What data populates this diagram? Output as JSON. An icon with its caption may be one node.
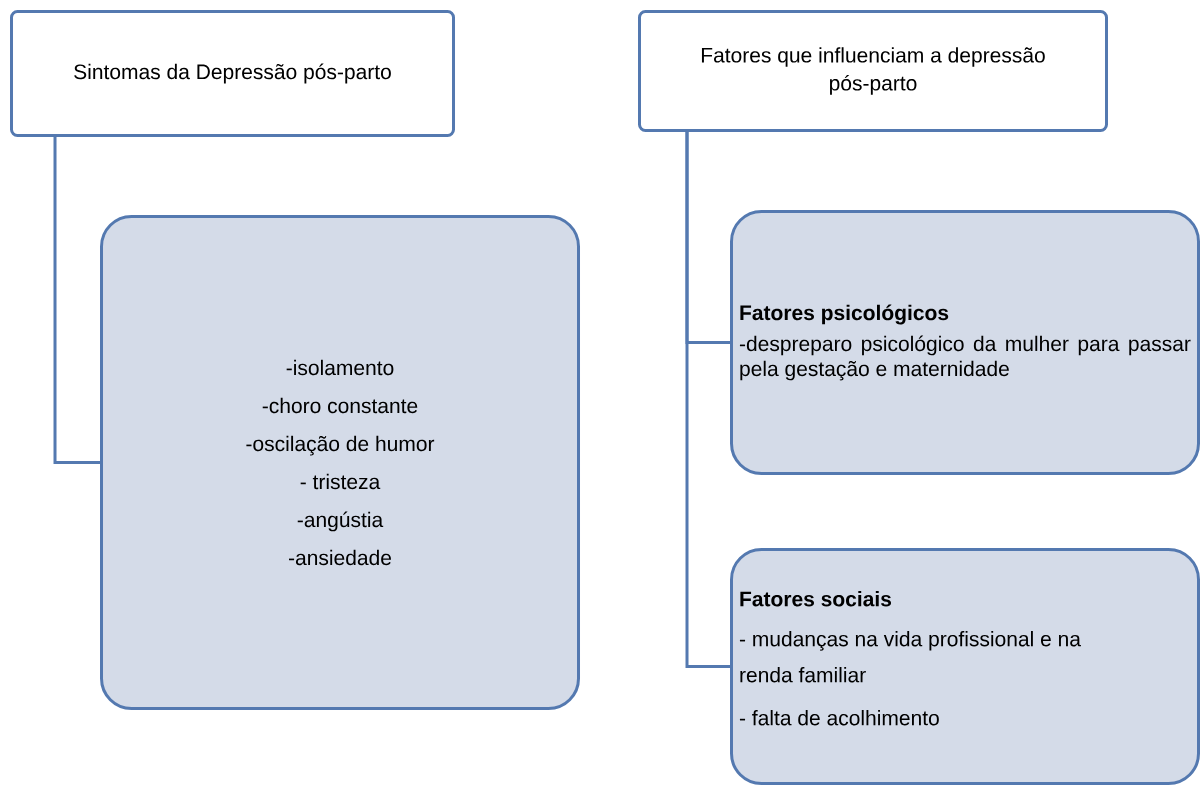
{
  "diagram": {
    "nodes": [
      {
        "text": [
          "Sintomas da Depressão pós-parto"
        ]
      },
      {
        "text": [
          "-isolamento",
          "-choro constante",
          "-oscilação de humor",
          "- tristeza",
          "-angústia",
          "-ansiedade"
        ]
      },
      {
        "text": [
          "Fatores que influenciam a depressão pós-parto"
        ]
      },
      {
        "text": [
          "Fatores psicológicos",
          "-despreparo psicológico da mulher para passar pela gestação e maternidade"
        ]
      },
      {
        "text": [
          "Fatores sociais",
          "- mudanças na vida profissional e na renda familiar",
          "- falta de acolhimento"
        ]
      }
    ],
    "edges": [
      {
        "from": 0,
        "to": 1,
        "arrow": "none"
      },
      {
        "from": 2,
        "to": 3,
        "arrow": "none"
      },
      {
        "from": 2,
        "to": 4,
        "arrow": "none"
      }
    ]
  }
}
